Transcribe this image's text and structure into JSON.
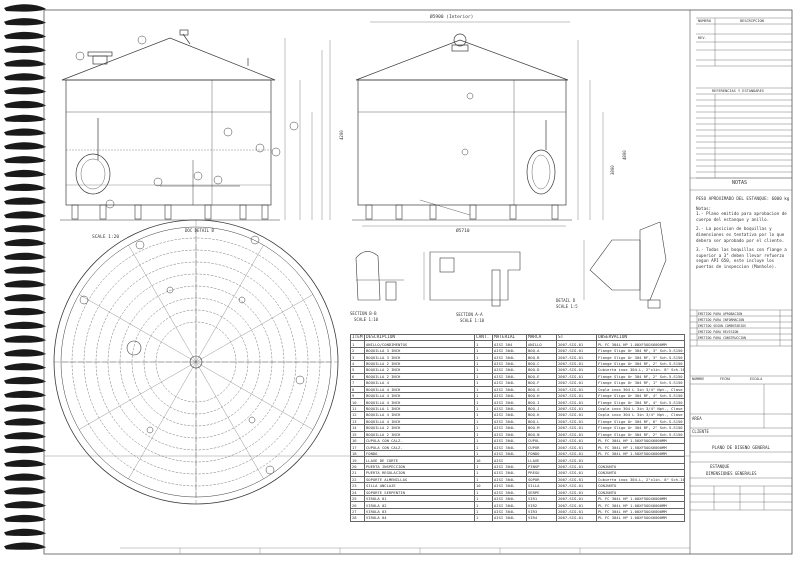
{
  "views": {
    "scale_front": "SCALE 1:20",
    "detail_title": "DOC DETAIL B",
    "diameter_top": "Ø5900 (Interior)",
    "diameter_bottom": "Ø5710",
    "section_b": "SECTION B-B",
    "section_b_scale": "SCALE 1:10",
    "section_a": "SECTION A-A",
    "section_a_scale": "SCALE 1:10",
    "detail_d": "DETAIL D",
    "detail_d_scale": "SCALE 1:5",
    "height_a": "4200",
    "height_b": "3800",
    "height_c": "4800"
  },
  "bom": {
    "headers": [
      "ITEM",
      "DESCRIPCION",
      "CANT.",
      "MATERIAL",
      "MARCA",
      "ST",
      "OBSERVACION"
    ],
    "rows": [
      [
        "1",
        "ANILLO/CONDIMENTOS",
        "1",
        "AISI 304",
        "ANILLO",
        "2007-SIG-01",
        "PL FC 304L HP 1.00XF5OOX6000MM"
      ],
      [
        "2",
        "BOQUILLA 3 INCH",
        "1",
        "AISI 304L",
        "BOQ-A",
        "2007-SIG-01",
        "Flange Sligo Ur 304 RF, 3\" Sch.5-S150 2lb"
      ],
      [
        "3",
        "BOQUILLA 3 INCH",
        "1",
        "AISI 304L",
        "BOQ-B",
        "2007-SIG-01",
        "Flange Sligo Ur 304 RF, 3\" Sch.5-S150 2lb"
      ],
      [
        "4",
        "BOQUILLA 2 INCH",
        "1",
        "AISI 304L",
        "BOQ-C",
        "2007-SIG-01",
        "Flange Sligo Ur 304 RF, 2\" Sch.5-S150 2lb"
      ],
      [
        "5",
        "BOQUILLA 2 INCH",
        "1",
        "AISI 304L",
        "BOQ-D",
        "2007-SIG-01",
        "Cubierta inox 304-L, 2\"x1in. 8\" Sch.10"
      ],
      [
        "6",
        "BOQUILLA 2 INCH",
        "1",
        "AISI 304L",
        "BOQ-E",
        "2007-SIG-01",
        "Flange Sligo Ur 304 RF, 2\" Sch.5-S150 2lb"
      ],
      [
        "7",
        "BOQUILLA 4",
        "1",
        "AISI 304L",
        "BOQ-F",
        "2007-SIG-01",
        "Flange Sligo Ur 304 RF, 1\" Sch.5-S150 2lb"
      ],
      [
        "8",
        "BOQUILLA 4 INCH",
        "1",
        "AISI 304L",
        "BOQ-G",
        "2007-SIG-01",
        "Copla inox 304 L 3in 3/4\" Npt., Clase 3000"
      ],
      [
        "9",
        "BOQUILLA 4 INCH",
        "1",
        "AISI 304L",
        "BOQ-H",
        "2007-SIG-01",
        "Flange Sligo Ur 304 RF, 4\" Sch.5-S150 2lb"
      ],
      [
        "10",
        "BOQUILLA 4 INCH",
        "1",
        "AISI 304L",
        "BOQ-I",
        "2007-SIG-01",
        "Flange Sligo Ur 304 RF, 4\" Sch.5-S150 2lb"
      ],
      [
        "11",
        "BOQUILLA 1 INCH",
        "1",
        "AISI 304L",
        "BOQ-J",
        "2007-SIG-01",
        "Copla inox 304 L 3in 3/4\" Npt., Clase 3000"
      ],
      [
        "12",
        "BOQUILLA 4 INCH",
        "1",
        "AISI 304L",
        "BOQ-K",
        "2007-SIG-01",
        "Copla inox 304 L 3in 3/4\" Npt., Clase 3000"
      ],
      [
        "13",
        "BOQUILLA 4 INCH",
        "1",
        "AISI 304L",
        "BOQ-L",
        "2007-SIG-01",
        "Flange Sligo Ur 304 RF, 6\" Sch.5-S150 2lb"
      ],
      [
        "14",
        "BOQUILLA 2 INCH",
        "1",
        "AISI 304L",
        "BOQ-M",
        "2007-SIG-01",
        "Flange Sligo Ur 304 RF, 2\" Sch.5-S150 2lb"
      ],
      [
        "15",
        "BOQUILLA 2 INCH",
        "1",
        "AISI 304L",
        "BOQ-N",
        "2007-SIG-01",
        "Flange Sligo Ur 304 RF, 2\" Sch.5-S150 2lb"
      ],
      [
        "16",
        "CUPULA CON CALZ.",
        "1",
        "AISI 304L",
        "CUPUL",
        "2007-SIG-01",
        "PL FC 304L HP 1.50XF5OOX6000MM"
      ],
      [
        "17",
        "CUPULA CON CALZ.",
        "1",
        "AISI 304L",
        "CUPUR",
        "2007-SIG-01",
        "PL FC 304L HP 1.50XF5OOX6000MM"
      ],
      [
        "18",
        "FONDO",
        "1",
        "AISI 304L",
        "FONDO",
        "2007-SIG-01",
        "PL FC 304L HP 1.50XF5OOX6000MM"
      ],
      [
        "19",
        "LLAVE DE CORTE",
        "16",
        "AISI",
        "LLAVE",
        "2007-SIG-01",
        ""
      ],
      [
        "20",
        "PUERTA INSPECCION",
        "1",
        "AISI 304L",
        "PINSP",
        "2007-SIG-01",
        "CONJUNTO"
      ],
      [
        "21",
        "PUERTA REGULACION",
        "1",
        "AISI 304L",
        "PREGU",
        "2007-SIG-01",
        "CONJUNTO"
      ],
      [
        "22",
        "SOPORTE ALMENILLAS",
        "1",
        "AISI 304L",
        "SOPOR",
        "2007-SIG-01",
        "Cubierta inox 304-L, 2\"x1in. 8\" Sch.10"
      ],
      [
        "23",
        "SILLA ANCLAJE",
        "10",
        "AISI 304L",
        "SILLA",
        "2007-SIG-01",
        "CONJUNTO"
      ],
      [
        "24",
        "SOPORTE SERPENTIN",
        "1",
        "AISI 304L",
        "SERPE",
        "2007-SIG-01",
        "CONJUNTO"
      ],
      [
        "25",
        "VIROLA 01",
        "1",
        "AISI 304L",
        "VIR1",
        "2007-SIG-01",
        "PL FC 304L HP 1.00XF5OOX6000MM"
      ],
      [
        "26",
        "VIROLA 02",
        "1",
        "AISI 304L",
        "VIR2",
        "2007-SIG-01",
        "PL FC 304L HP 1.00XF5OOX6000MM"
      ],
      [
        "27",
        "VIROLA 03",
        "1",
        "AISI 304L",
        "VIR3",
        "2007-SIG-01",
        "PL FC 304L HP 1.00XF5OOX6000MM"
      ],
      [
        "28",
        "VIROLA 04",
        "1",
        "AISI 304L",
        "VIR4",
        "2007-SIG-01",
        "PL FC 304L HP 1.00XF5OOX6000MM"
      ]
    ]
  },
  "title_block": {
    "numero_label": "NUMERO",
    "descripcion_label": "DESCRIPCION",
    "rev_label": "REV.",
    "referencias_label": "REFERENCIAS Y ESTANDARES",
    "notas_title": "NOTAS",
    "peso": "PESO APROXIMADO DEL ESTANQUE: 6000 kg",
    "notes_head": "Notas:",
    "notes": [
      "1.- Plano emitido para aprobacion de cuerpo del estanque y anillo.",
      "2.- La posicion de boquillas y dimensiones es tentativa por lo que debera ser aprobado por el cliente.",
      "3.- Todas las boquillas con flange a superior a 3\" deben llevar refuerzo segun API 650, este incluye los puertas de inspeccion (Manhole)."
    ],
    "area_label": "AREA",
    "cliente_label": "CLIENTE",
    "plano_title": "PLANO DE DISENO GENERAL",
    "estanque_label": "ESTANQUE",
    "dimensiones_label": "DIMENSIONES GENERALES",
    "nombre_label": "NOMBRE",
    "fecha_label": "FECHA",
    "escala_label": "ESCALA",
    "revisiones": [
      "EMITIDO PARA APROBACION",
      "EMITIDO PARA INFORMACION",
      "EMITIDO SEGUN COMENTARIOS",
      "EMITIDO PARA REVISION",
      "EMITIDO PARA CONSTRUCCION"
    ]
  },
  "colors": {
    "line": "#3a3a3a",
    "light": "#888888",
    "spiral": "#1a1a1a",
    "paper": "#ffffff"
  }
}
